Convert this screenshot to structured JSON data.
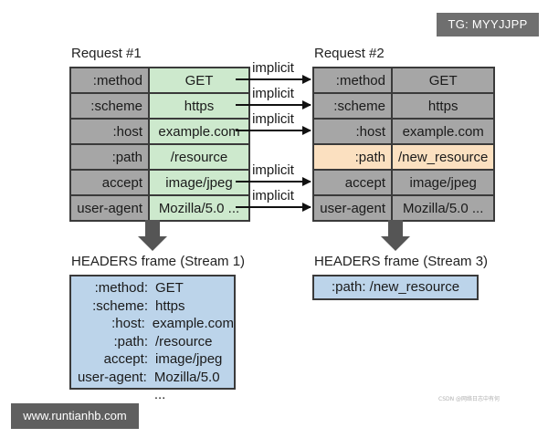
{
  "request1": {
    "title": "Request #1",
    "rows": [
      {
        "key": ":method",
        "value": "GET"
      },
      {
        "key": ":scheme",
        "value": "https"
      },
      {
        "key": ":host",
        "value": "example.com"
      },
      {
        "key": ":path",
        "value": "/resource"
      },
      {
        "key": "accept",
        "value": "image/jpeg"
      },
      {
        "key": "user-agent",
        "value": "Mozilla/5.0 ..."
      }
    ]
  },
  "request2": {
    "title": "Request #2",
    "rows": [
      {
        "key": ":method",
        "value": "GET"
      },
      {
        "key": ":scheme",
        "value": "https"
      },
      {
        "key": ":host",
        "value": "example.com"
      },
      {
        "key": ":path",
        "value": "/new_resource"
      },
      {
        "key": "accept",
        "value": "image/jpeg"
      },
      {
        "key": "user-agent",
        "value": "Mozilla/5.0 ..."
      }
    ]
  },
  "implicit_label": "implicit",
  "frame1": {
    "title": "HEADERS frame (Stream 1)",
    "rows": [
      {
        "key": ":method:",
        "value": "GET"
      },
      {
        "key": ":scheme:",
        "value": "https"
      },
      {
        "key": ":host:",
        "value": "example.com"
      },
      {
        "key": ":path:",
        "value": "/resource"
      },
      {
        "key": "accept:",
        "value": "image/jpeg"
      },
      {
        "key": "user-agent:",
        "value": "Mozilla/5.0 ..."
      }
    ]
  },
  "frame2": {
    "title": "HEADERS frame (Stream 3)",
    "text": ":path:  /new_resource"
  },
  "watermark_tg": "TG: MYYJJPP",
  "watermark_site": "www.runtianhb.com",
  "csdn_mark": "CSDN @网络日志中有何"
}
